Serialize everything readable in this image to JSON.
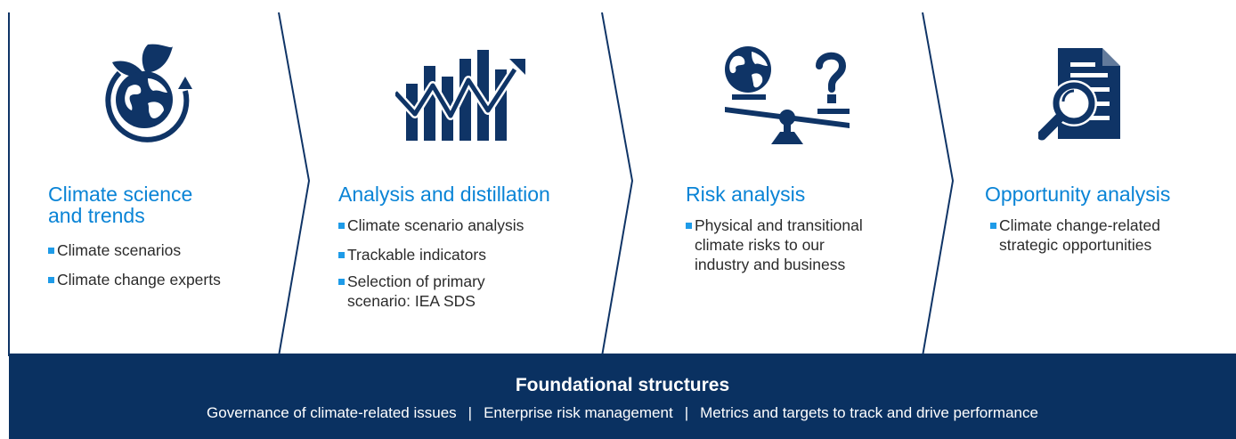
{
  "colors": {
    "icon_navy": "#0f3466",
    "title_blue": "#0a84d6",
    "bullet_blue": "#1e9be8",
    "footer_bg": "#0a3161",
    "divider": "#0f3466"
  },
  "stages": [
    {
      "icon": "earth-leaf-cycle-icon",
      "title_lines": [
        "Climate science",
        "and trends"
      ],
      "bullets": [
        [
          "Climate scenarios"
        ],
        [
          "Climate change experts"
        ]
      ]
    },
    {
      "icon": "bar-trend-chart-icon",
      "title_lines": [
        "Analysis and distillation"
      ],
      "bullets": [
        [
          "Climate scenario analysis"
        ],
        [
          "Trackable indicators"
        ],
        [
          "Selection of primary",
          "scenario: IEA SDS"
        ]
      ]
    },
    {
      "icon": "globe-balance-scale-icon",
      "title_lines": [
        "Risk analysis"
      ],
      "bullets": [
        [
          "Physical and transitional",
          "climate risks to our",
          "industry and business"
        ]
      ]
    },
    {
      "icon": "document-magnifier-icon",
      "title_lines": [
        "Opportunity analysis"
      ],
      "bullets": [
        [
          "Climate change-related",
          "strategic opportunities"
        ]
      ]
    }
  ],
  "footer": {
    "title": "Foundational structures",
    "items": [
      "Governance of climate-related issues",
      "Enterprise risk management",
      "Metrics and targets to track and drive performance"
    ],
    "separator": "|"
  }
}
